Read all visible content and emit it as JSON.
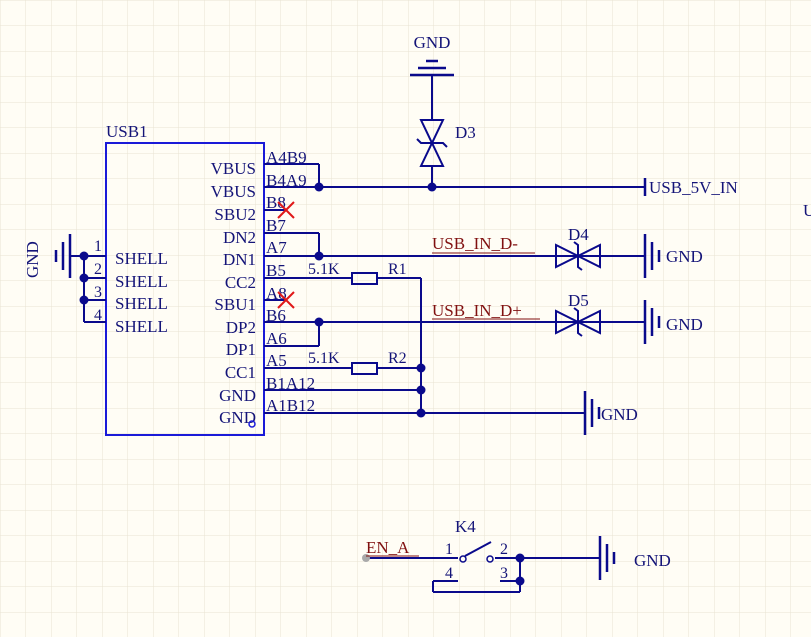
{
  "usb": {
    "ref": "USB1",
    "right_pins": [
      {
        "name": "VBUS",
        "num": "A4B9"
      },
      {
        "name": "VBUS",
        "num": "B4A9"
      },
      {
        "name": "SBU2",
        "num": "B8"
      },
      {
        "name": "DN2",
        "num": "B7"
      },
      {
        "name": "DN1",
        "num": "A7"
      },
      {
        "name": "CC2",
        "num": "B5"
      },
      {
        "name": "SBU1",
        "num": "A8"
      },
      {
        "name": "DP2",
        "num": "B6"
      },
      {
        "name": "DP1",
        "num": "A6"
      },
      {
        "name": "CC1",
        "num": "A5"
      },
      {
        "name": "GND",
        "num": "B1A12"
      },
      {
        "name": "GND",
        "num": "A1B12"
      }
    ],
    "left_pins": [
      {
        "name": "SHELL",
        "num": "1"
      },
      {
        "name": "SHELL",
        "num": "2"
      },
      {
        "name": "SHELL",
        "num": "3"
      },
      {
        "name": "SHELL",
        "num": "4"
      }
    ]
  },
  "nets": {
    "gnd": "GND",
    "usb_5v": "USB_5V_IN",
    "d_minus": "USB_IN_D-",
    "d_plus": "USB_IN_D+",
    "en": "EN_A",
    "edge_fragment": "U"
  },
  "parts": {
    "d3": "D3",
    "d4": "D4",
    "d5": "D5",
    "r1": "R1",
    "r1_value": "5.1K",
    "r2": "R2",
    "r2_value": "5.1K",
    "k4": "K4",
    "k4_pins": [
      "1",
      "2",
      "4",
      "3"
    ]
  },
  "colors": {
    "wire": "#0a0a8c",
    "component_body": "#1a1ad8",
    "net_label": "#801010",
    "no_connect": "#e01818",
    "grid": "#e8e4d2"
  }
}
